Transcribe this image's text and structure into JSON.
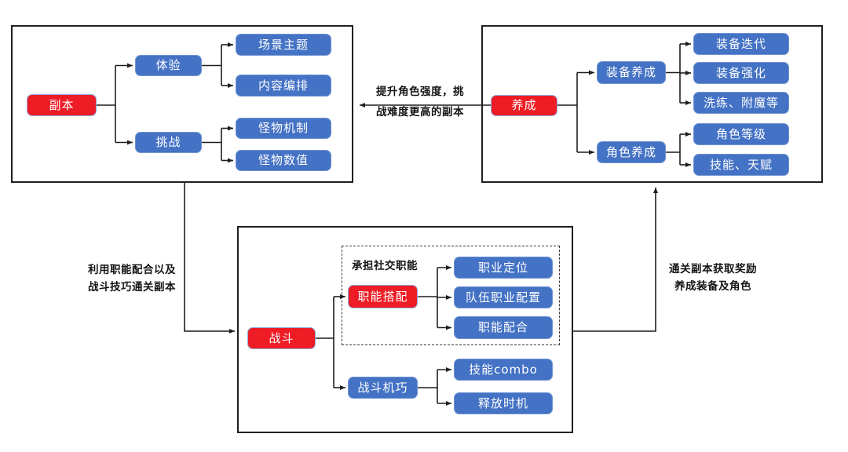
{
  "groups": {
    "dungeon": {
      "root": "副本",
      "branches": [
        {
          "label": "体验",
          "children": [
            "场景主题",
            "内容编排"
          ]
        },
        {
          "label": "挑战",
          "children": [
            "怪物机制",
            "怪物数值"
          ]
        }
      ]
    },
    "progression": {
      "root": "养成",
      "branches": [
        {
          "label": "装备养成",
          "children": [
            "装备迭代",
            "装备强化",
            "洗练、附魔等"
          ]
        },
        {
          "label": "角色养成",
          "children": [
            "角色等级",
            "技能、天赋"
          ]
        }
      ]
    },
    "combat": {
      "root": "战斗",
      "note": "承担社交职能",
      "branches": [
        {
          "label": "职能搭配",
          "children": [
            "职业定位",
            "队伍职业配置",
            "职能配合"
          ]
        },
        {
          "label": "战斗机巧",
          "children": [
            "技能combo",
            "释放时机"
          ]
        }
      ]
    }
  },
  "edges": {
    "progression_to_dungeon": {
      "line1": "提升角色强度，挑",
      "line2": "战难度更高的副本"
    },
    "dungeon_to_combat": {
      "line1": "利用职能配合以及",
      "line2": "战斗技巧通关副本"
    },
    "combat_to_progression": {
      "line1": "通关副本获取奖励",
      "line2": "养成装备及角色"
    }
  },
  "colors": {
    "red_node": "#ee1c25",
    "blue_node": "#4472c4",
    "line": "#1f1f1f"
  }
}
